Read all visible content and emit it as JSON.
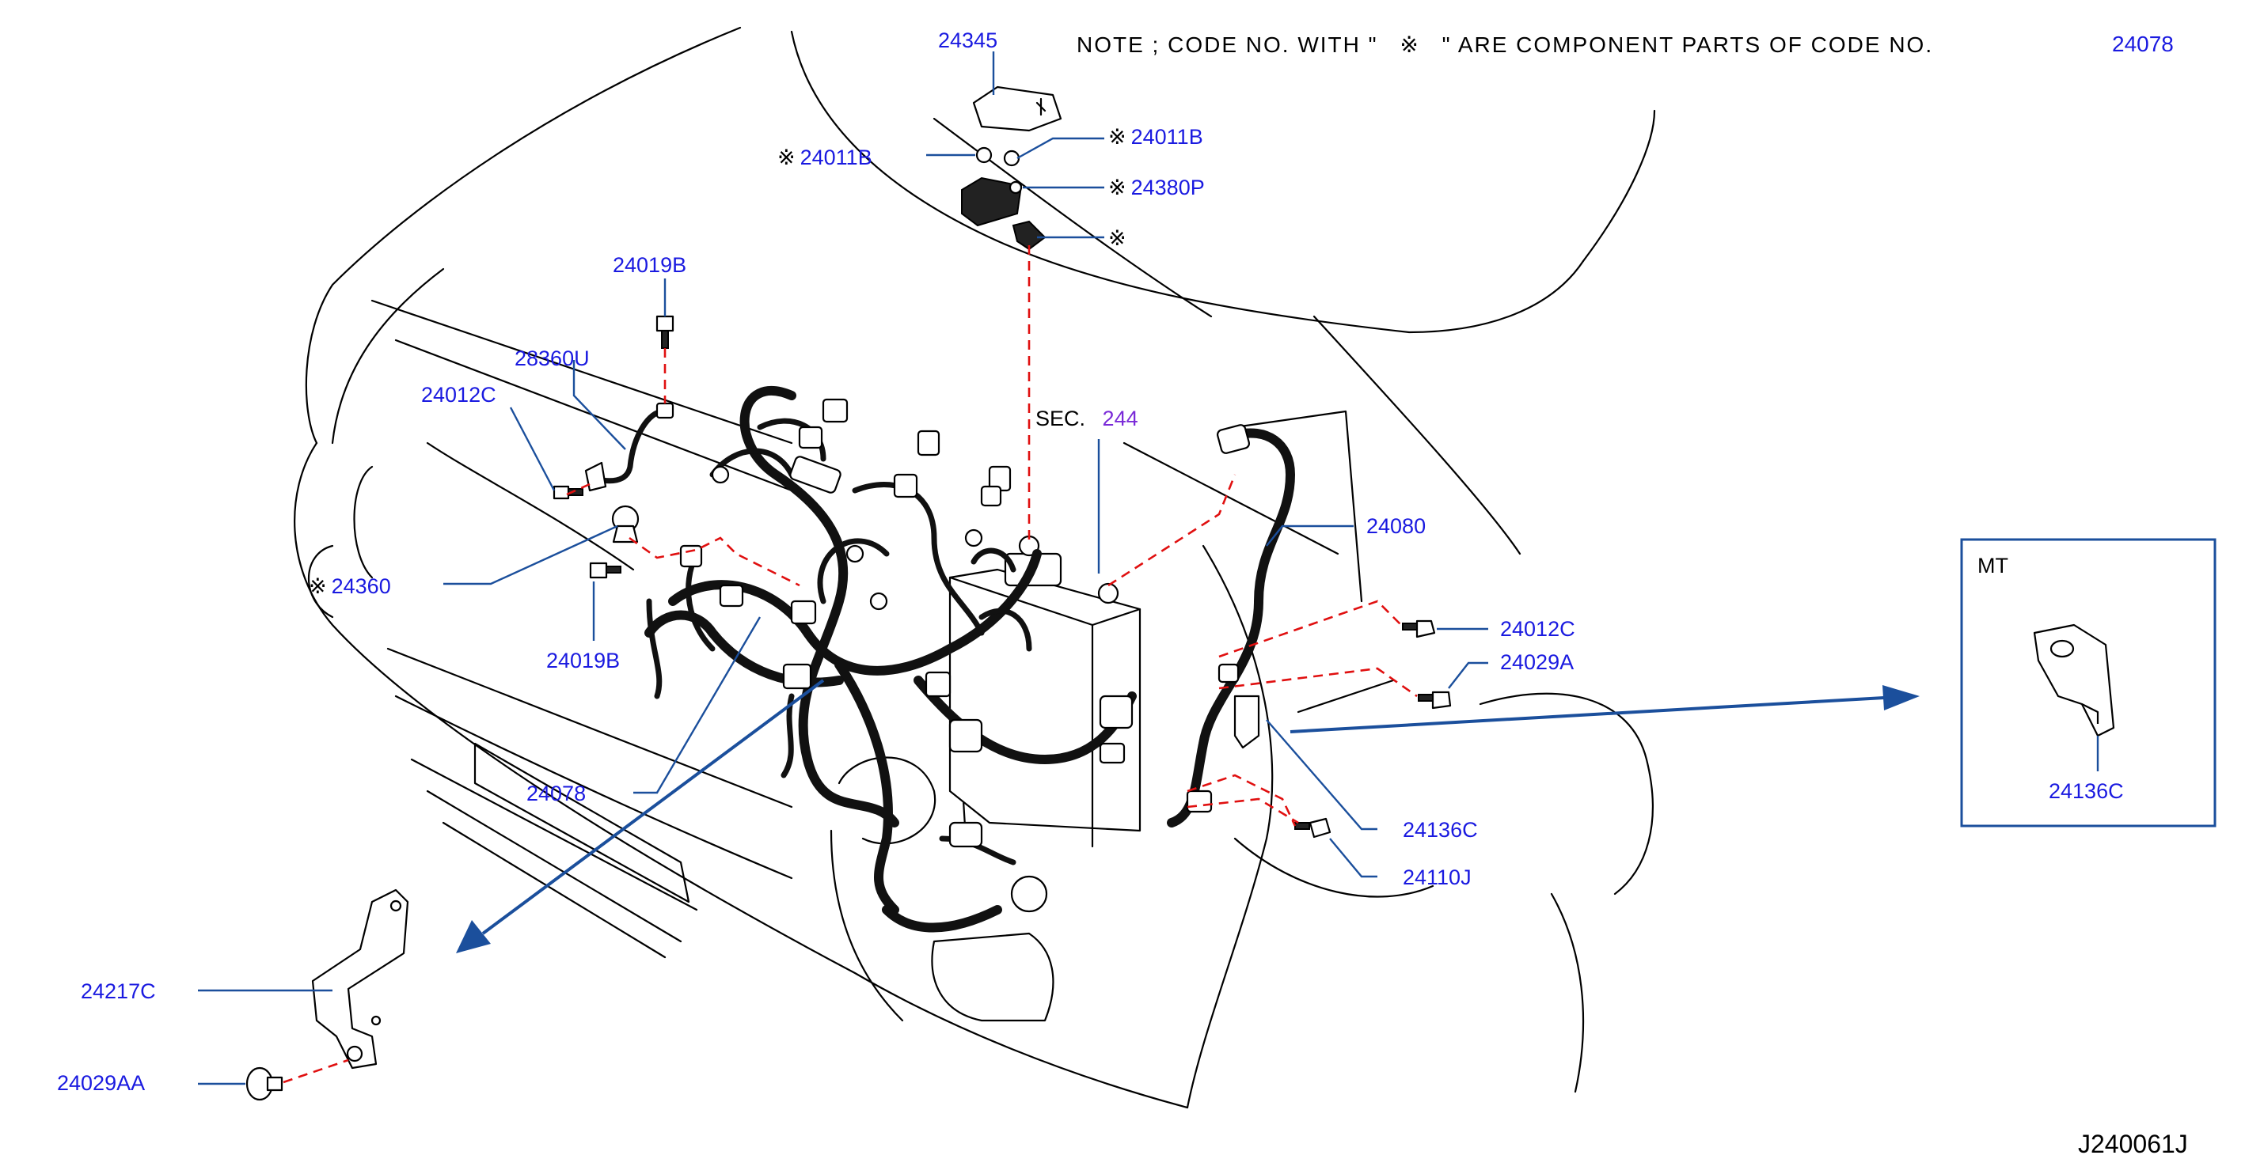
{
  "note": {
    "prefix": "NOTE ; CODE NO. WITH \"",
    "symbol": "※",
    "suffix": "\" ARE COMPONENT PARTS OF CODE NO.",
    "code": "24078"
  },
  "section_ref": {
    "prefix": "SEC.",
    "number": "244"
  },
  "inset": {
    "title": "MT",
    "part": "24136C"
  },
  "drawing_id": "J240061J",
  "component_symbol": "※",
  "labels": {
    "l24345": "24345",
    "l24011b_left": "24011B",
    "l24011b_right": "24011B",
    "l24380p": "24380P",
    "l24019b_top": "24019B",
    "l28360u": "28360U",
    "l24012c_left": "24012C",
    "l24360": "24360",
    "l24019b_bottom": "24019B",
    "l24078": "24078",
    "l24080": "24080",
    "l24012c_right": "24012C",
    "l24029a": "24029A",
    "l24136c": "24136C",
    "l24110j": "24110J",
    "l24217c": "24217C",
    "l24029aa": "24029AA"
  },
  "colors": {
    "label_blue": "#1a1ae0",
    "section_purple": "#7a2ad8",
    "leader_blue": "#1b4f9c",
    "dash_red": "#e01010"
  }
}
